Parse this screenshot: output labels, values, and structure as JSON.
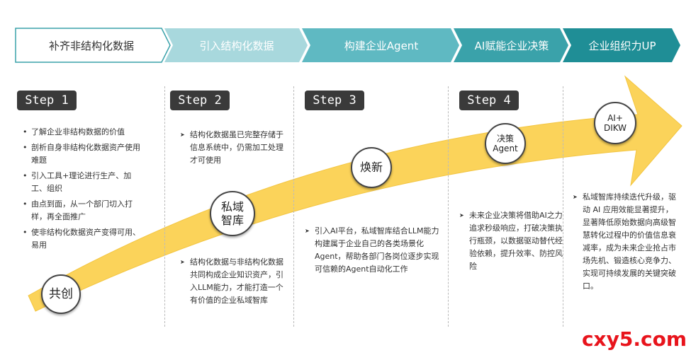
{
  "banner": {
    "stages": [
      "补齐非结构化数据",
      "引入结构化数据",
      "构建企业Agent",
      "AI赋能企业决策",
      "企业组织力UP"
    ],
    "colors": [
      "#ffffff",
      "#a8d8dd",
      "#5fb9c2",
      "#3aa2aa",
      "#1f8e96"
    ]
  },
  "steps": [
    "Step 1",
    "Step 2",
    "Step 3",
    "Step 4"
  ],
  "circles": {
    "gongchuang": "共创",
    "siyu": "私域\n智库",
    "huanxin": "焕新",
    "juece": "决策\nAgent",
    "dikw": "AI+\nDIKW"
  },
  "col1": {
    "items": [
      "了解企业非结构数据的价值",
      "剖析自身非结构化数据资产使用难题",
      "引入工具+理论进行生产、加工、组织",
      "由点到面，从一个部门切入打样，再全面推广",
      "使非结构化数据资产变得可用、易用"
    ]
  },
  "col2": {
    "top": "结构化数据虽已完整存储于信息系统中，仍需加工处理才可使用",
    "bottom": "结构化数据与非结构化数据共同构成企业知识资产，引入LLM能力，才能打造一个有价值的企业私域智库"
  },
  "col3": {
    "text": "引入AI平台，私域智库结合LLM能力构建属于企业自己的各类场景化Agent，帮助各部门各岗位逐步实现可信赖的Agent自动化工作"
  },
  "col4": {
    "text": "未来企业决策将借助AI之力追求秒级响应，打破决策执行瓶颈，以数据驱动替代经验依赖，提升效率、防控风险"
  },
  "col5": {
    "text": "私域智库持续迭代升级，驱动 AI 应用效能显著提升，显著降低原始数据向高级智慧转化过程中的价值信息衰减率，成为未来企业抢占市场先机、锻造核心竞争力、实现可持续发展的关键突破口。"
  },
  "watermark": "cxy5.com",
  "arrow_color": "#fbd35a"
}
